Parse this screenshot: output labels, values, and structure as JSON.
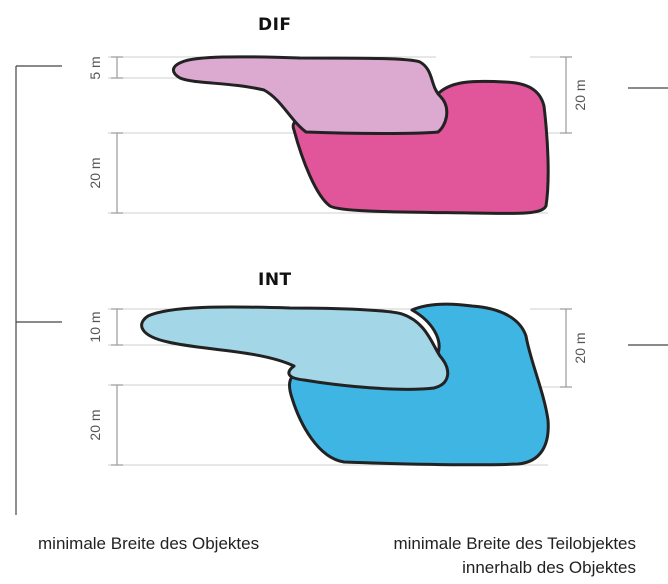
{
  "panels": {
    "dif": {
      "title": "DIF",
      "dim_small": "5 m",
      "dim_lower": "20 m",
      "dim_right": "20 m",
      "colors": {
        "light": "#dcaad0",
        "dark": "#e1559a"
      }
    },
    "int": {
      "title": "INT",
      "dim_small": "10 m",
      "dim_lower": "20 m",
      "dim_right": "20 m",
      "colors": {
        "light": "#a3d6e6",
        "dark": "#3fb5e3"
      }
    }
  },
  "captions": {
    "left": "minimale Breite des Objektes",
    "right_line1": "minimale Breite des Teilobjektes",
    "right_line2": "innerhalb des Objektes"
  }
}
